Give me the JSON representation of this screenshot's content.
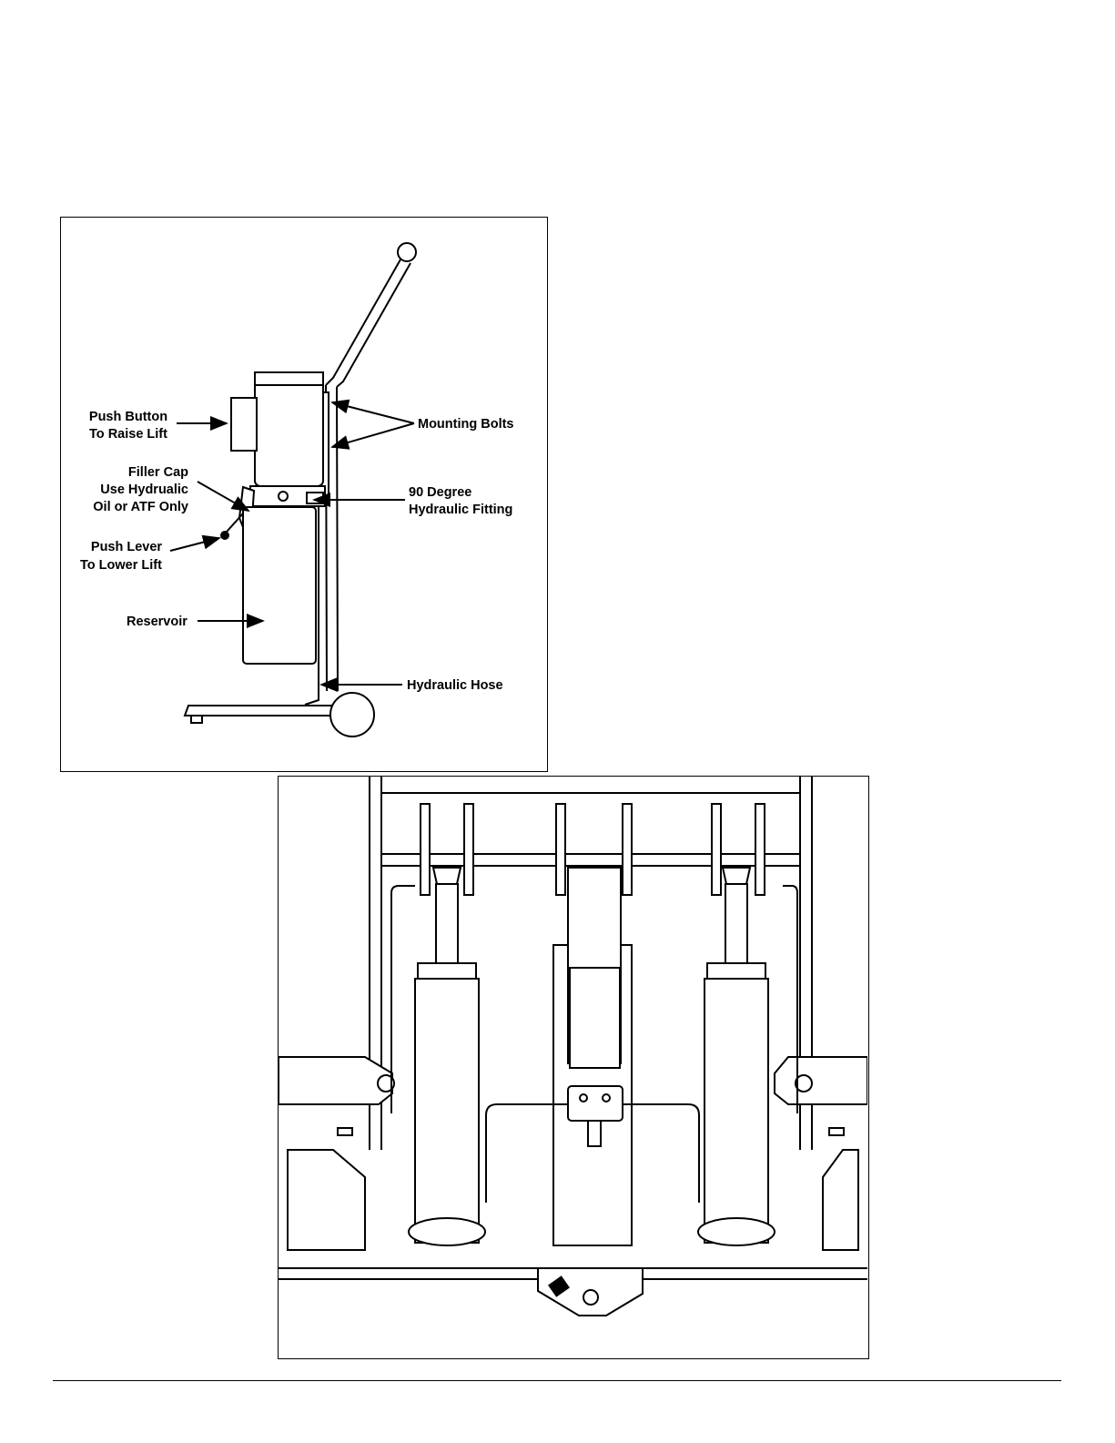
{
  "figures": {
    "pump_station": {
      "labels": {
        "push_button": [
          "Push Button",
          "To Raise Lift"
        ],
        "filler_cap": [
          "Filler Cap",
          "Use Hydrualic",
          "Oil or ATF Only"
        ],
        "push_lever": [
          "Push Lever",
          "To Lower Lift"
        ],
        "reservoir": "Reservoir",
        "mounting_bolts": "Mounting Bolts",
        "fitting": [
          "90 Degree",
          "Hydraulic Fitting"
        ],
        "hose": "Hydraulic Hose"
      }
    },
    "lift_assembly": {}
  }
}
